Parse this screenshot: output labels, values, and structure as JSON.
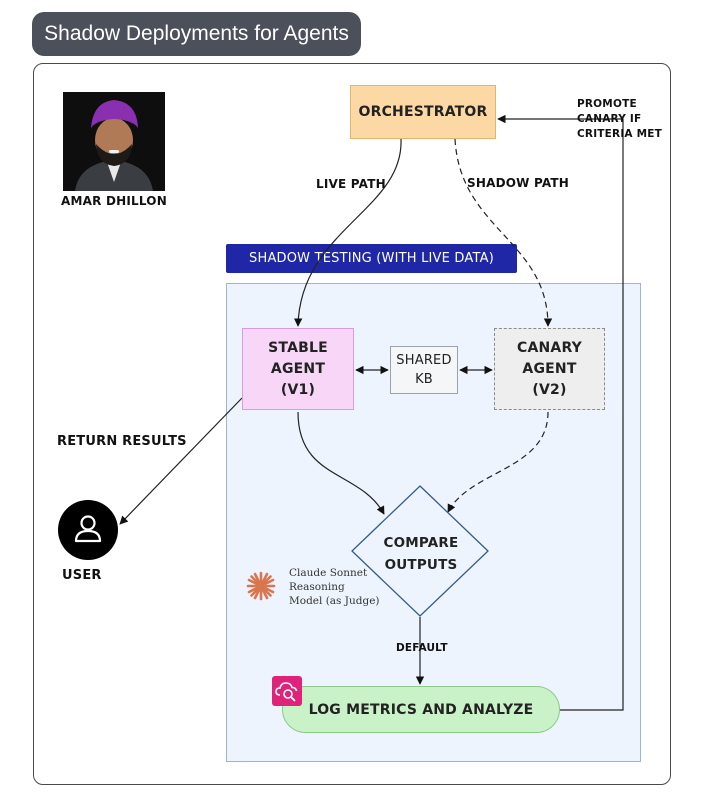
{
  "title": "Shadow Deployments for Agents",
  "author": {
    "name": "AMAR DHILLON"
  },
  "nodes": {
    "orchestrator": "ORCHESTRATOR",
    "stable_line1": "STABLE",
    "stable_line2": "AGENT",
    "stable_line3": "(V1)",
    "shared_line1": "SHARED",
    "shared_line2": "KB",
    "canary_line1": "CANARY",
    "canary_line2": "AGENT",
    "canary_line3": "(V2)",
    "compare_line1": "COMPARE",
    "compare_line2": "OUTPUTS",
    "log": "LOG METRICS AND ANALYZE",
    "user": "USER"
  },
  "region": {
    "banner": "SHADOW TESTING (WITH LIVE DATA)"
  },
  "edges": {
    "live_path": "LIVE PATH",
    "shadow_path": "SHADOW PATH",
    "return_results": "RETURN RESULTS",
    "default": "DEFAULT",
    "promote_line1": "PROMOTE",
    "promote_line2": "CANARY IF",
    "promote_line3": "CRITERIA MET"
  },
  "judge": {
    "line1": "Claude Sonnet",
    "line2": "Reasoning",
    "line3": "Model (as Judge)"
  },
  "icons": {
    "user": "user-icon",
    "judge": "claude-starburst-icon",
    "log": "cloud-search-icon"
  },
  "colors": {
    "orchestrator": "#fcd9a4",
    "stable": "#f7d6f8",
    "canary": "#eeeeee",
    "log": "#c9f2c8",
    "banner": "#1f27a6",
    "region": "#eef4fd",
    "judge_icon": "#d9764f",
    "log_badge": "#e0237a"
  }
}
